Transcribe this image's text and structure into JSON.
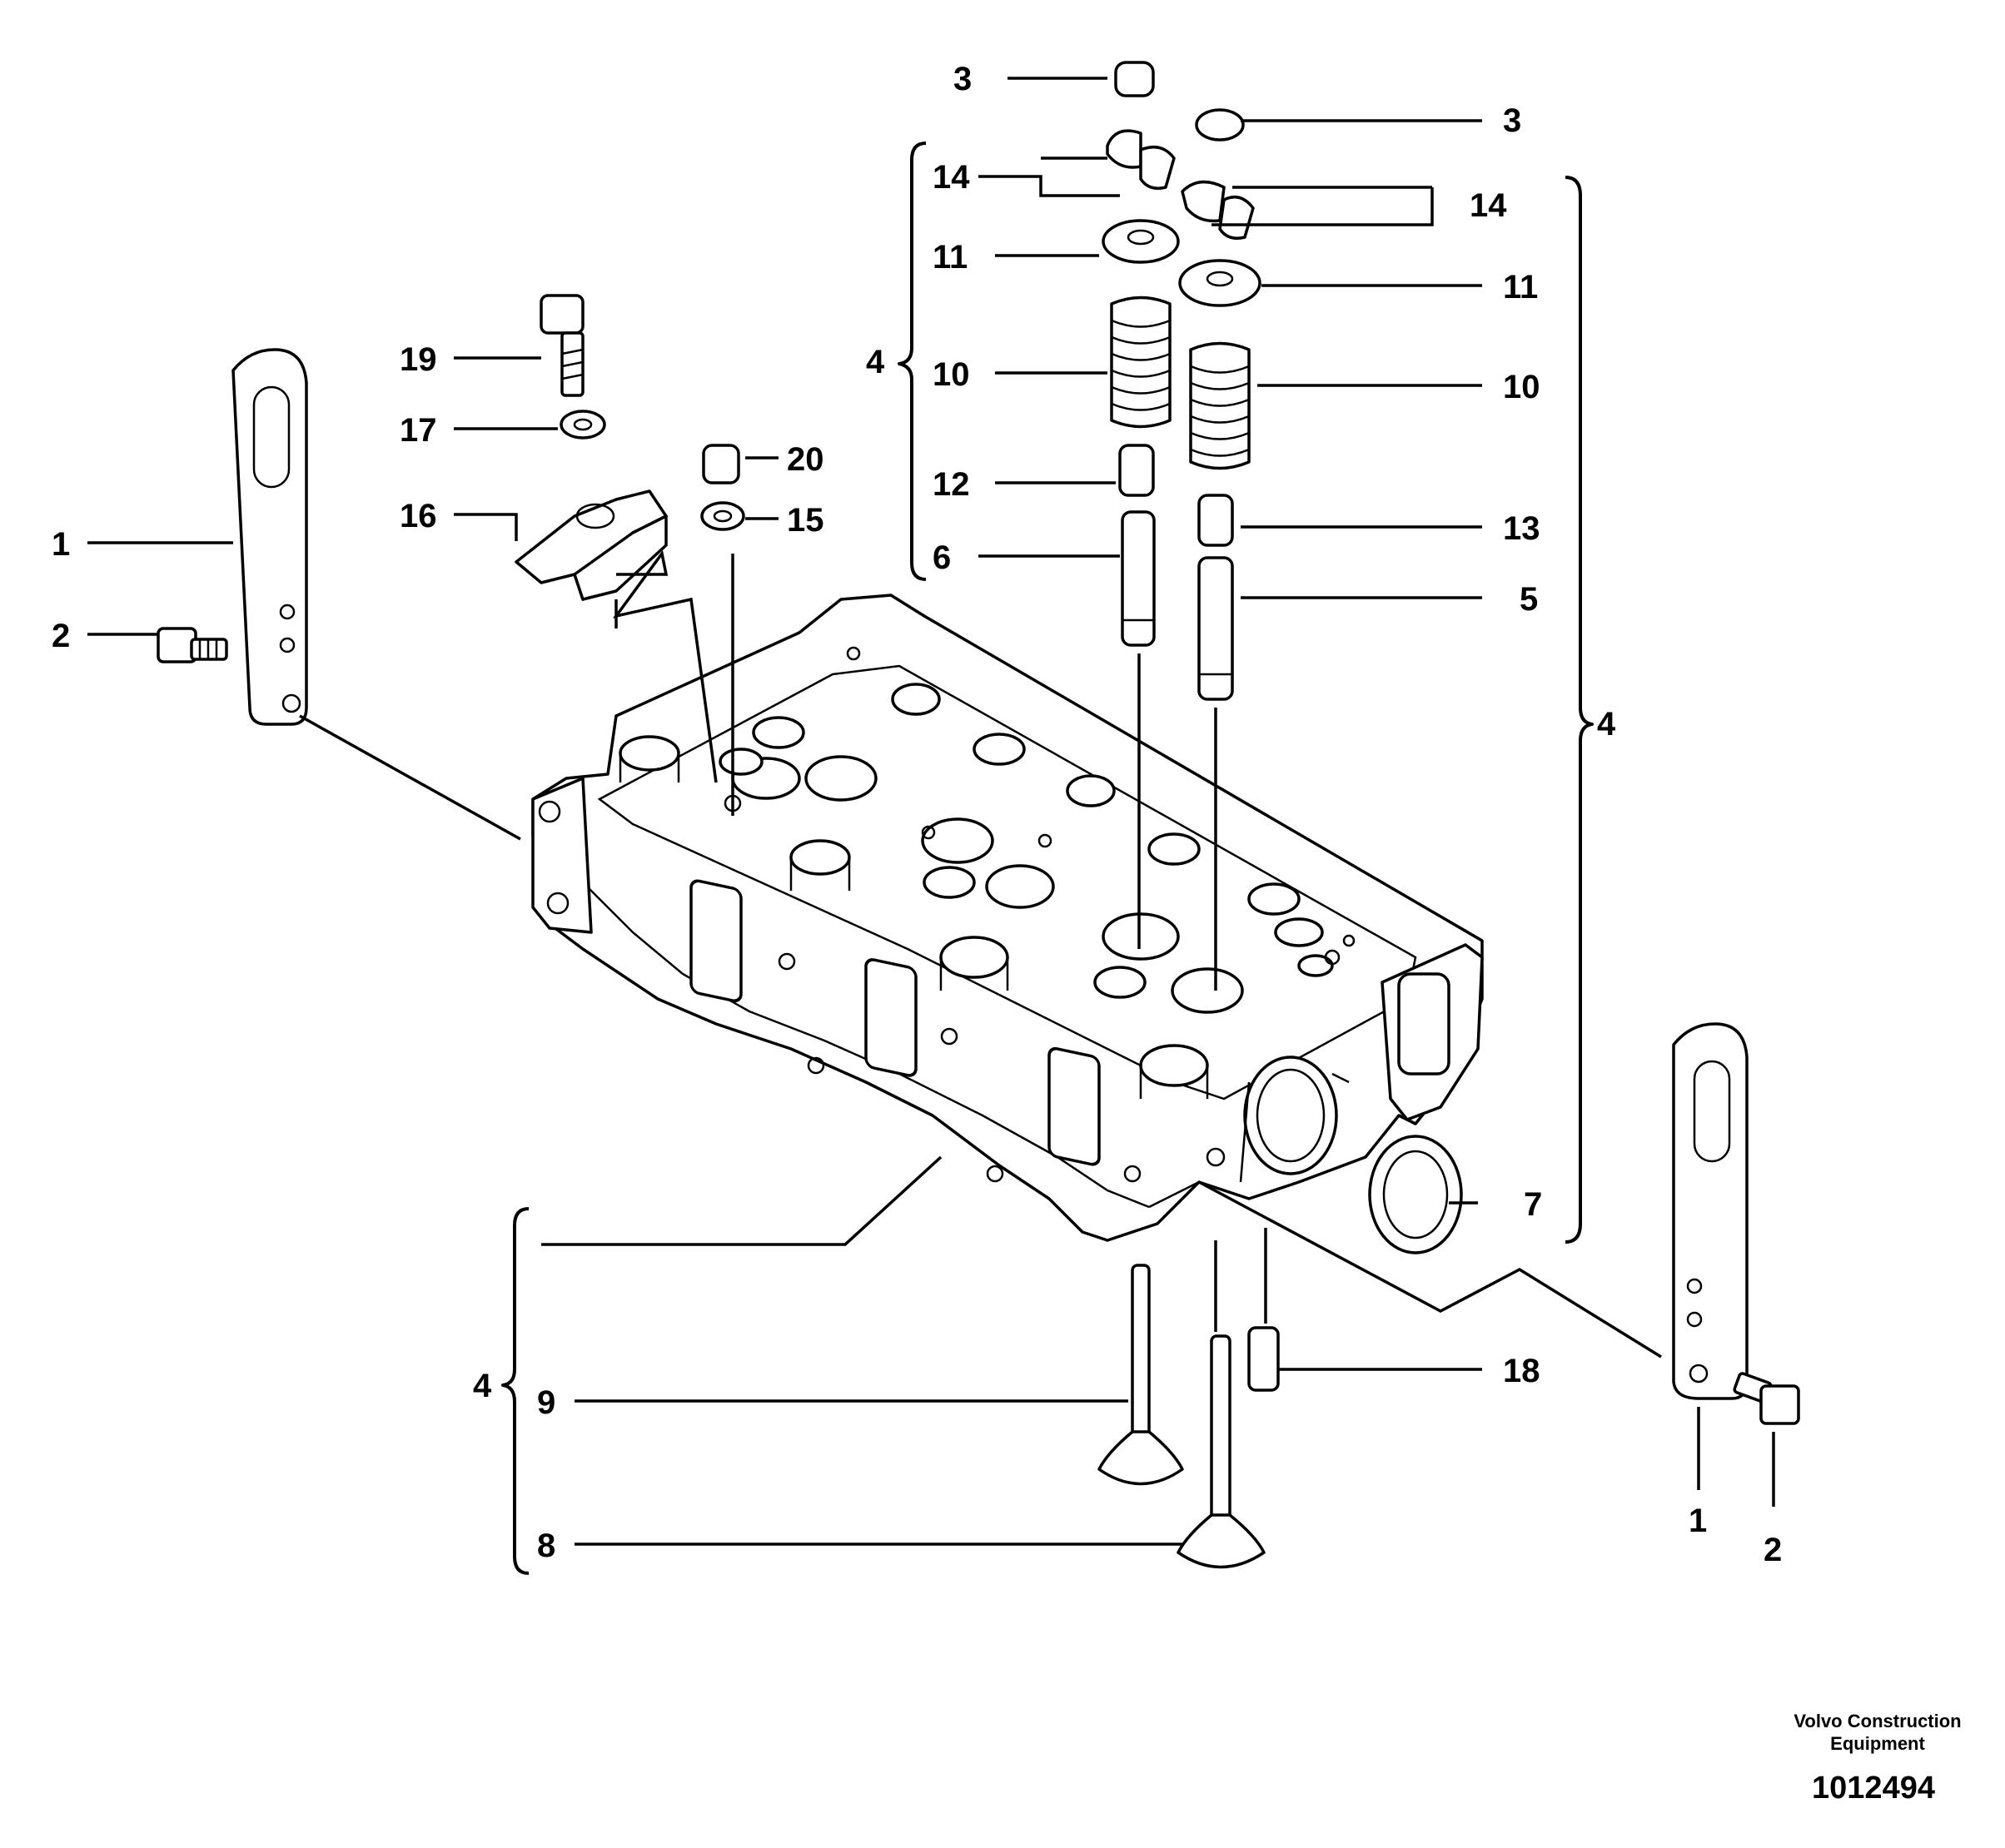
{
  "callouts": {
    "c3a": "3",
    "c3b": "3",
    "c14a": "14",
    "c14b": "14",
    "c11a": "11",
    "c11b": "11",
    "c10a": "10",
    "c10b": "10",
    "c12": "12",
    "c13": "13",
    "c6": "6",
    "c5": "5",
    "c4a": "4",
    "c4b": "4",
    "c4c": "4",
    "c19": "19",
    "c17": "17",
    "c16": "16",
    "c20": "20",
    "c15": "15",
    "c1a": "1",
    "c1b": "1",
    "c2a": "2",
    "c2b": "2",
    "c7": "7",
    "c18": "18",
    "c9": "9",
    "c8": "8"
  },
  "footer": {
    "credit_line1": "Volvo Construction",
    "credit_line2": "Equipment",
    "doc_number": "1012494"
  }
}
